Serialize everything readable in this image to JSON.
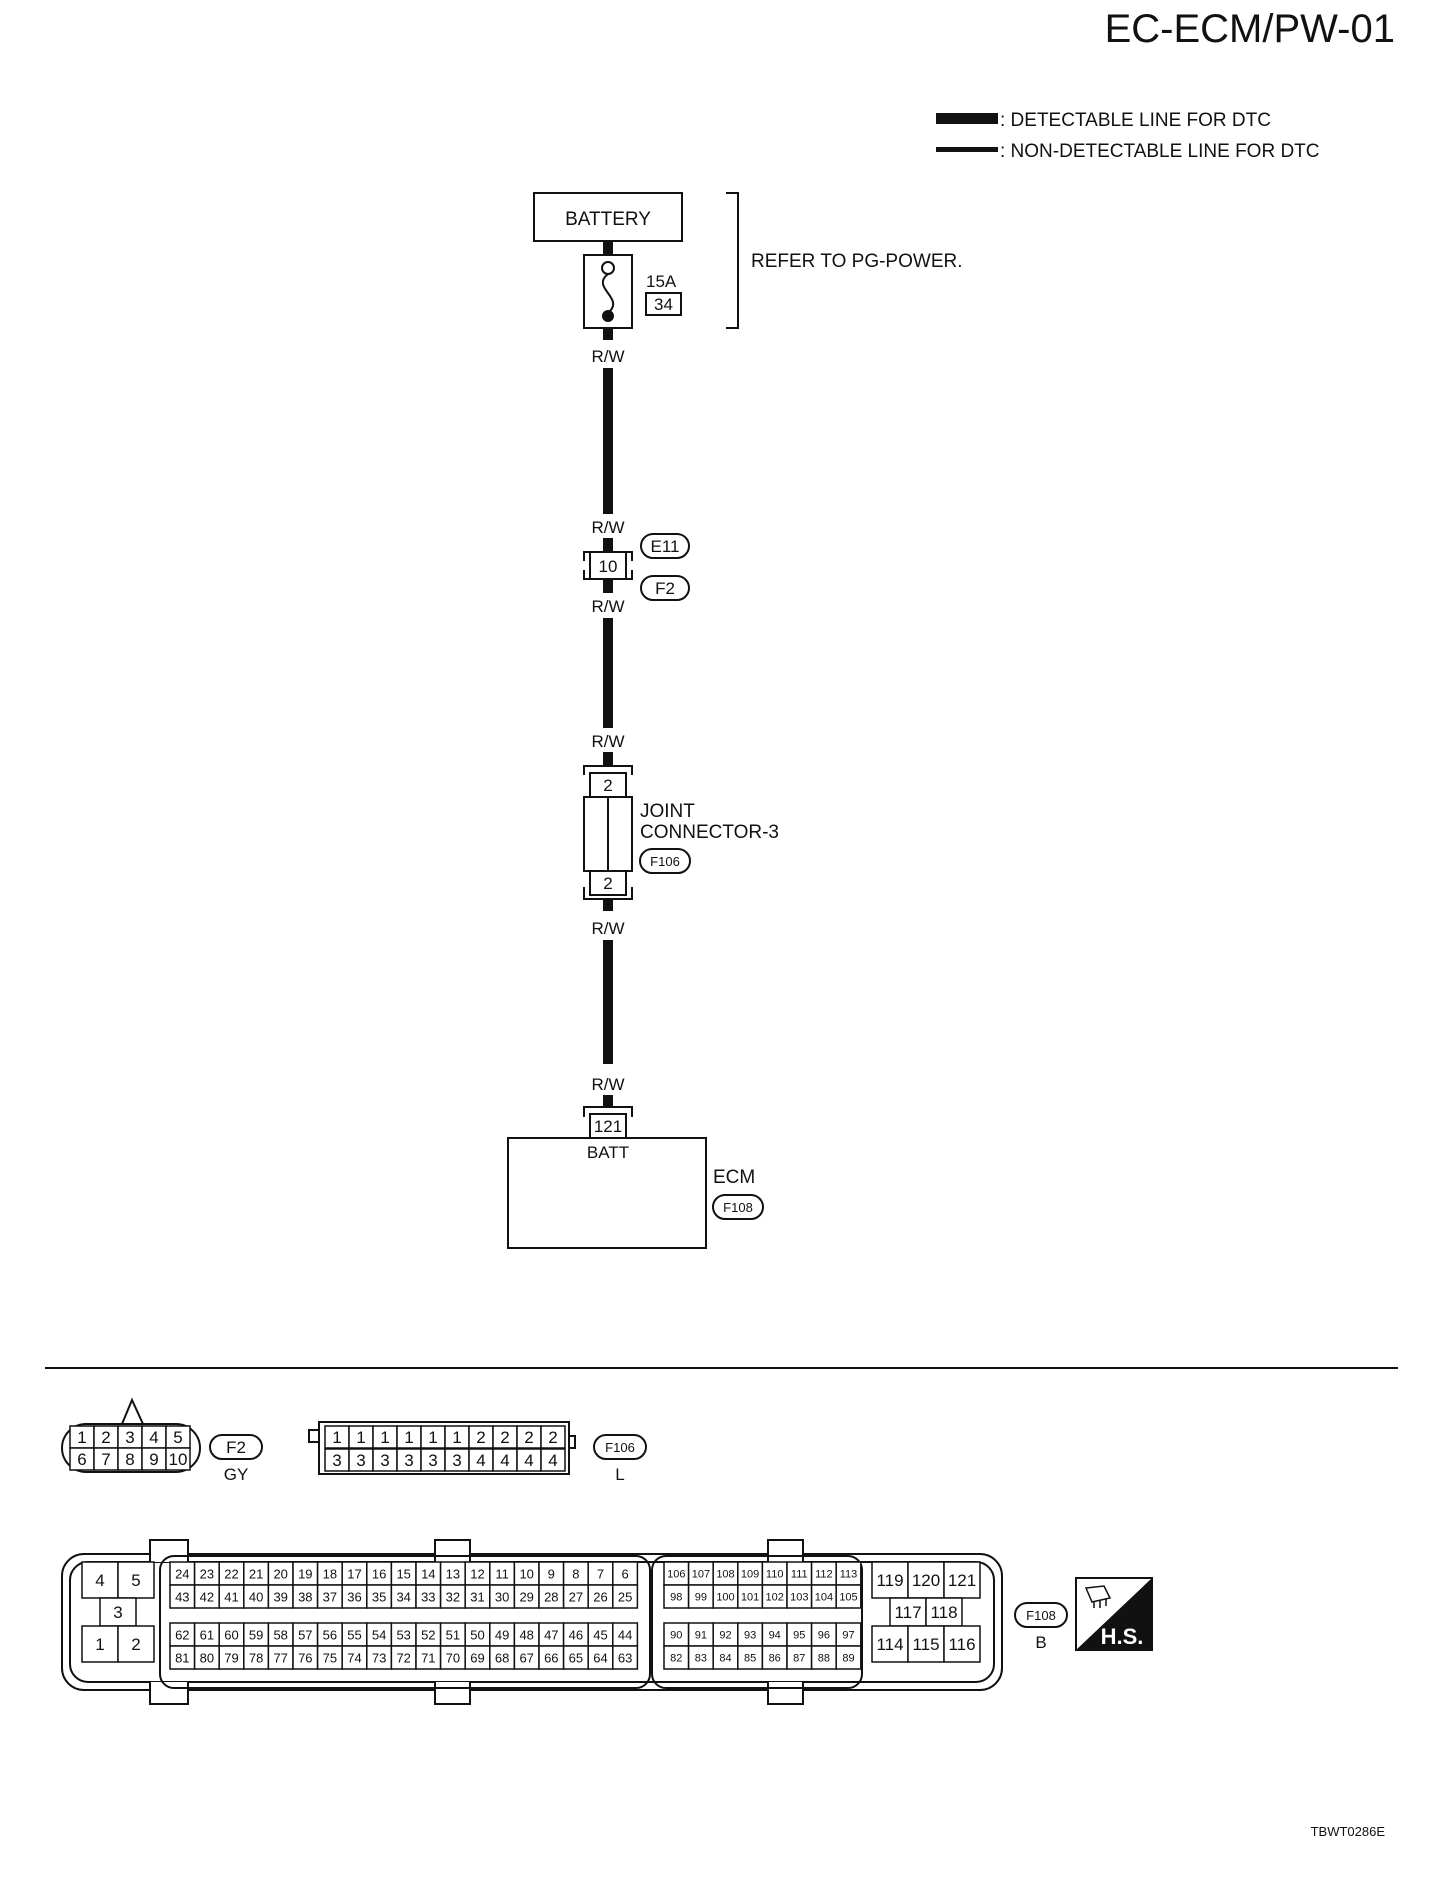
{
  "page_id": "EC-ECM/PW-01",
  "legend": {
    "detectable": ": DETECTABLE LINE FOR DTC",
    "non_detectable": ": NON-DETECTABLE LINE FOR DTC"
  },
  "battery": {
    "label": "BATTERY",
    "fuse_rating": "15A",
    "fuse_number": "34",
    "refer_note": "REFER TO PG-POWER."
  },
  "wire_color": "R/W",
  "connector_e11": {
    "terminal": "10",
    "upper_id": "E11",
    "lower_id": "F2"
  },
  "joint_connector": {
    "name_line1": "JOINT",
    "name_line2": "CONNECTOR-3",
    "id": "F106",
    "terminal_top": "2",
    "terminal_bottom": "2"
  },
  "ecm": {
    "name": "ECM",
    "id": "F108",
    "terminal": "121",
    "terminal_label": "BATT"
  },
  "face_views": {
    "f2": {
      "id": "F2",
      "color": "GY",
      "row1": [
        "1",
        "2",
        "3",
        "4",
        "5"
      ],
      "row2": [
        "6",
        "7",
        "8",
        "9",
        "10"
      ]
    },
    "f106": {
      "id": "F106",
      "color": "L",
      "row1": [
        "1",
        "1",
        "1",
        "1",
        "1",
        "1",
        "2",
        "2",
        "2",
        "2"
      ],
      "row2": [
        "3",
        "3",
        "3",
        "3",
        "3",
        "3",
        "4",
        "4",
        "4",
        "4"
      ]
    },
    "f108": {
      "id": "F108",
      "color": "B",
      "badge": "H.S.",
      "left_block": [
        "4",
        "5",
        "3",
        "1",
        "2"
      ],
      "mid_rows": [
        [
          "24",
          "23",
          "22",
          "21",
          "20",
          "19",
          "18",
          "17",
          "16",
          "15",
          "14",
          "13",
          "12",
          "11",
          "10",
          "9",
          "8",
          "7",
          "6"
        ],
        [
          "43",
          "42",
          "41",
          "40",
          "39",
          "38",
          "37",
          "36",
          "35",
          "34",
          "33",
          "32",
          "31",
          "30",
          "29",
          "28",
          "27",
          "26",
          "25"
        ],
        [
          "62",
          "61",
          "60",
          "59",
          "58",
          "57",
          "56",
          "55",
          "54",
          "53",
          "52",
          "51",
          "50",
          "49",
          "48",
          "47",
          "46",
          "45",
          "44"
        ],
        [
          "81",
          "80",
          "79",
          "78",
          "77",
          "76",
          "75",
          "74",
          "73",
          "72",
          "71",
          "70",
          "69",
          "68",
          "67",
          "66",
          "65",
          "64",
          "63"
        ]
      ],
      "right_rows": [
        [
          "106",
          "107",
          "108",
          "109",
          "110",
          "111",
          "112",
          "113"
        ],
        [
          "98",
          "99",
          "100",
          "101",
          "102",
          "103",
          "104",
          "105"
        ],
        [
          "90",
          "91",
          "92",
          "93",
          "94",
          "95",
          "96",
          "97"
        ],
        [
          "82",
          "83",
          "84",
          "85",
          "86",
          "87",
          "88",
          "89"
        ]
      ],
      "far_right": [
        "119",
        "120",
        "121",
        "117",
        "118",
        "114",
        "115",
        "116"
      ]
    }
  },
  "doc_code": "TBWT0286E"
}
